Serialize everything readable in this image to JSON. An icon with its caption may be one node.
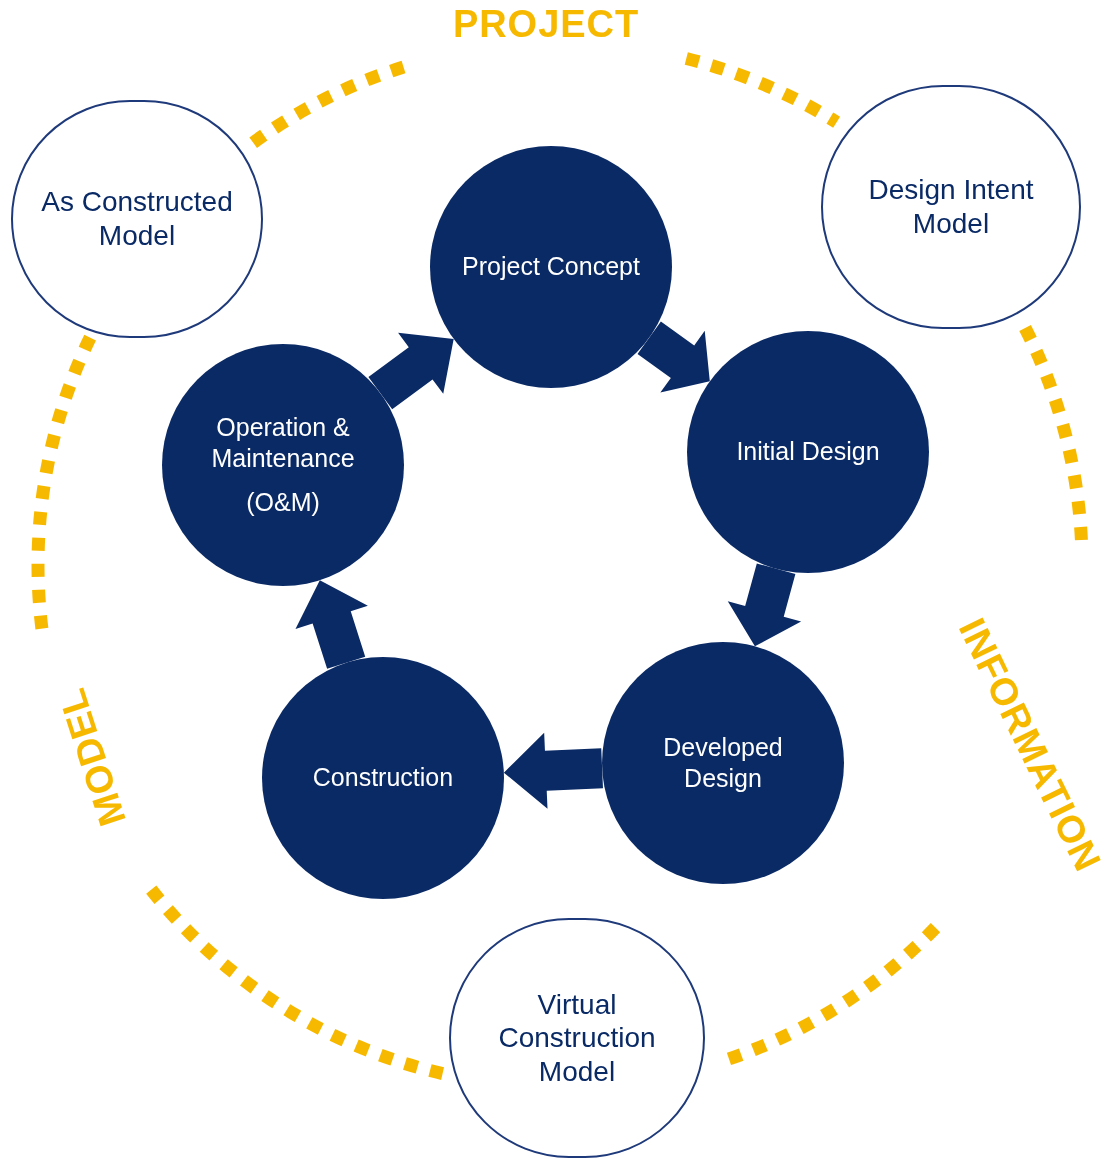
{
  "diagram": {
    "nodes": [
      {
        "text": [
          "Project Concept"
        ]
      },
      {
        "text": [
          "Initial Design"
        ]
      },
      {
        "text": [
          "Developed Design"
        ]
      },
      {
        "text": [
          "Construction"
        ]
      },
      {
        "text": [
          "Operation & Maintenance",
          "(O&M)"
        ]
      },
      {
        "text": [
          "As Constructed Model"
        ]
      },
      {
        "text": [
          "Design Intent Model"
        ]
      },
      {
        "text": [
          "Virtual Construction Model"
        ]
      }
    ],
    "edges": [
      {
        "from": 0,
        "to": 1,
        "arrow": "to",
        "style": "thick"
      },
      {
        "from": 1,
        "to": 2,
        "arrow": "to",
        "style": "thick"
      },
      {
        "from": 2,
        "to": 3,
        "arrow": "to",
        "style": "thick"
      },
      {
        "from": 3,
        "to": 4,
        "arrow": "to",
        "style": "thick"
      },
      {
        "from": 4,
        "to": 0,
        "arrow": "to",
        "style": "thick"
      }
    ],
    "labels": [
      "PROJECT",
      "INFORMATION",
      "MODEL"
    ]
  }
}
